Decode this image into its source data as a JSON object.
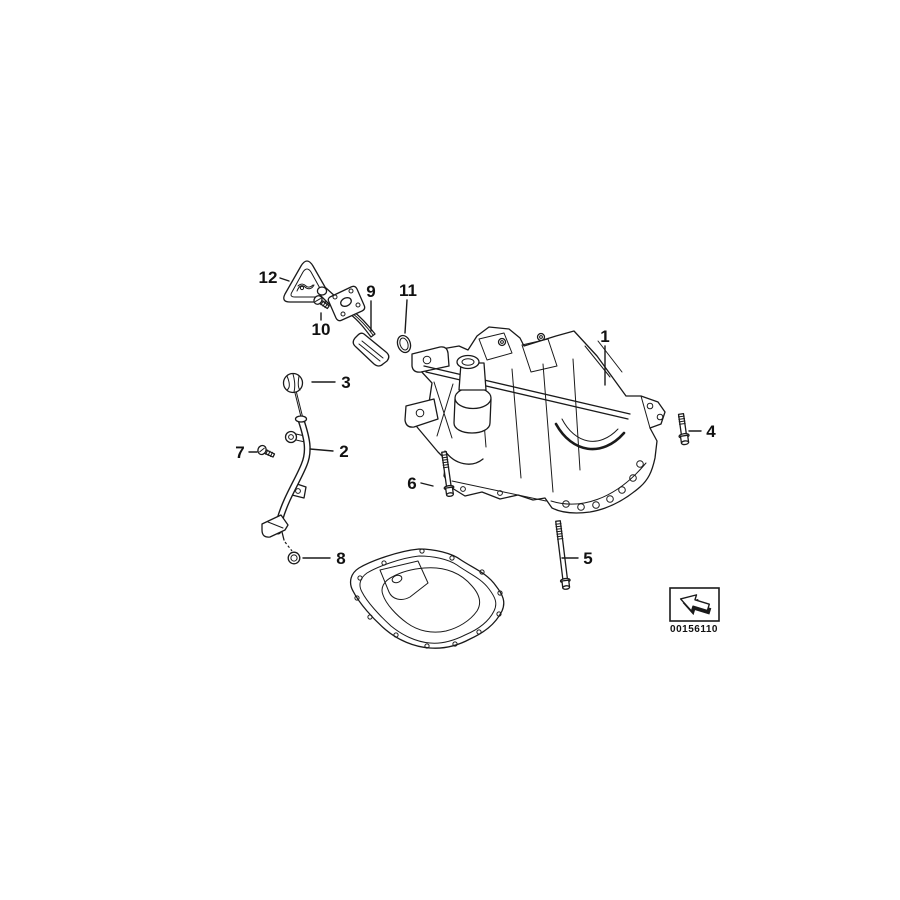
{
  "diagram": {
    "background": "#ffffff",
    "line_color": "#1a1a1a",
    "callouts": [
      {
        "num": "1"
      },
      {
        "num": "2"
      },
      {
        "num": "3"
      },
      {
        "num": "4"
      },
      {
        "num": "5"
      },
      {
        "num": "6"
      },
      {
        "num": "7"
      },
      {
        "num": "8"
      },
      {
        "num": "9"
      },
      {
        "num": "10"
      },
      {
        "num": "11"
      },
      {
        "num": "12"
      }
    ],
    "stamp": {
      "number": "00156110",
      "icon": "arrow-down-left-icon"
    }
  }
}
